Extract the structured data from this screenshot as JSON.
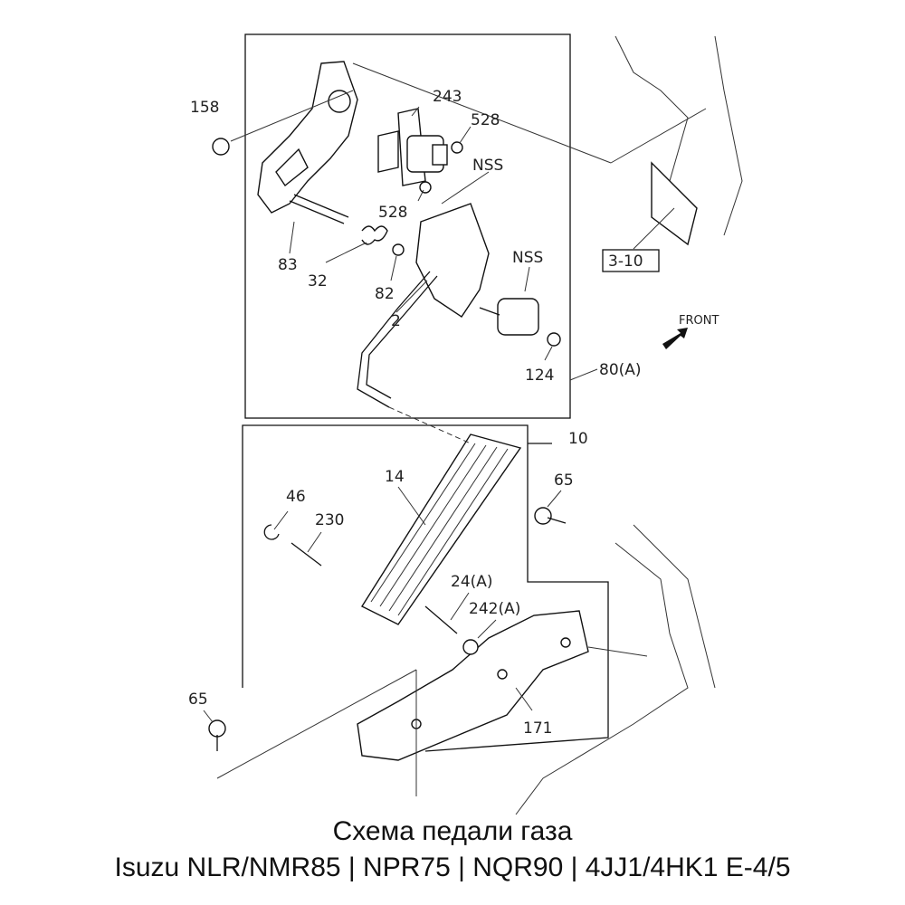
{
  "labels": {
    "p158": "158",
    "p243": "243",
    "p528a": "528",
    "nss_a": "NSS",
    "p528b": "528",
    "p83": "83",
    "p32": "32",
    "p82": "82",
    "p2": "2",
    "nss_b": "NSS",
    "p124": "124",
    "p80a": "80(A)",
    "p310": "3-10",
    "front": "FRONT",
    "p10": "10",
    "p14": "14",
    "p46": "46",
    "p230": "230",
    "p65a": "65",
    "p24a": "24(A)",
    "p242a": "242(A)",
    "p171": "171",
    "p65b": "65"
  },
  "caption": {
    "title": "Схема педали газа",
    "subtitle": "Isuzu NLR/NMR85 | NPR75 | NQR90 | 4JJ1/4HK1 E-4/5"
  }
}
